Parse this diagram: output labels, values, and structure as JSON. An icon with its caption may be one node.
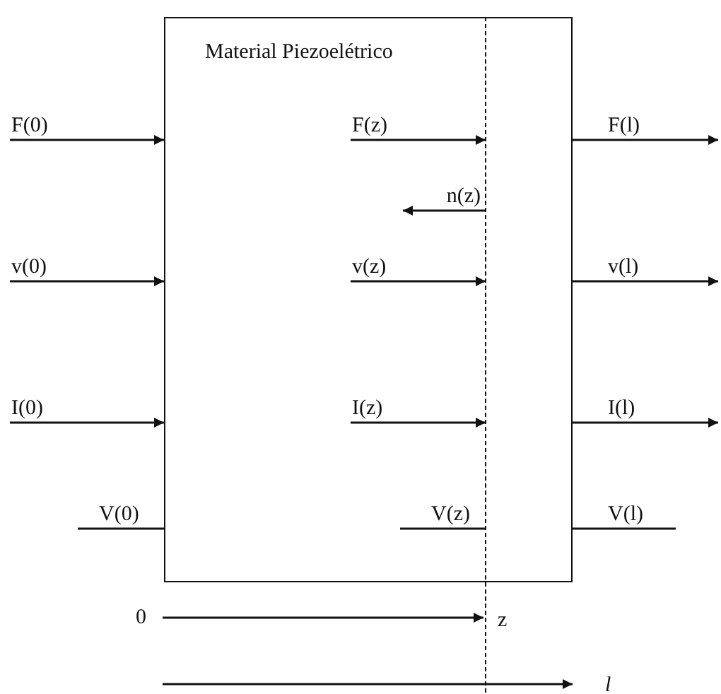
{
  "diagram": {
    "nodes": [
      {
        "text": [
          "Material Piezoelétrico"
        ]
      },
      {
        "text": [],
        "shape": "line"
      }
    ],
    "edges": [
      {
        "from": null,
        "to": 0,
        "arrow": "to",
        "label": "F(0)"
      },
      {
        "from": 0,
        "to": 1,
        "arrow": "to",
        "label": "F(z)"
      },
      {
        "from": 0,
        "to": null,
        "arrow": "to",
        "label": "F(l)"
      },
      {
        "from": 1,
        "to": 0,
        "arrow": "to",
        "label": "n(z)"
      },
      {
        "from": null,
        "to": 0,
        "arrow": "to",
        "label": "v(0)"
      },
      {
        "from": 0,
        "to": 1,
        "arrow": "to",
        "label": "v(z)"
      },
      {
        "from": 0,
        "to": null,
        "arrow": "to",
        "label": "v(l)"
      },
      {
        "from": null,
        "to": 0,
        "arrow": "to",
        "label": "I(0)"
      },
      {
        "from": 0,
        "to": 1,
        "arrow": "to",
        "label": "I(z)"
      },
      {
        "from": 0,
        "to": null,
        "arrow": "to",
        "label": "I(l)"
      },
      {
        "from": null,
        "to": 0,
        "arrow": "none",
        "label": "V(0)"
      },
      {
        "from": 0,
        "to": 1,
        "arrow": "none",
        "label": "V(z)"
      },
      {
        "from": 0,
        "to": null,
        "arrow": "none",
        "label": "V(l)"
      }
    ],
    "labels": [
      "0",
      "z",
      "l"
    ]
  }
}
